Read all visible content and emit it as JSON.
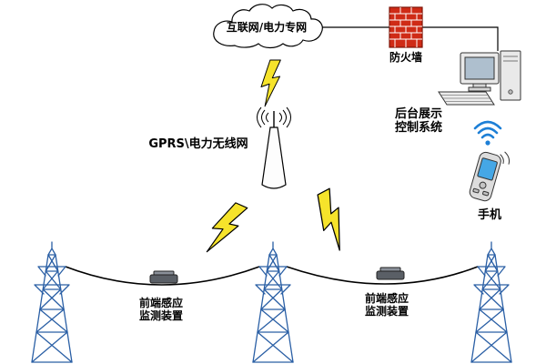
{
  "diagram": {
    "labels": {
      "cloud": "互联网/电力专网",
      "firewall": "防火墙",
      "backend_line1": "后台展示",
      "backend_line2": "控制系统",
      "wireless_network": "GPRS\\电力无线网",
      "phone": "手机",
      "sensor_left_line1": "前端感应",
      "sensor_left_line2": "监测装置",
      "sensor_right_line1": "前端感应",
      "sensor_right_line2": "监测装置"
    },
    "colors": {
      "lightning": "#f6e32b",
      "brick": "#cf2b16",
      "tower": "#2a5fa5",
      "wifi": "#1d7fd6",
      "phone_screen": "#45a7e6",
      "wire": "#000000"
    },
    "icons": {
      "cloud": "cloud-icon",
      "firewall": "brick-wall-icon",
      "computer": "desktop-computer-icon",
      "wifi": "wifi-icon",
      "phone": "pda-phone-icon",
      "antenna": "antenna-icon",
      "lightning": "lightning-bolt-icon",
      "tower": "transmission-tower-icon",
      "sensor": "sensor-device-icon"
    }
  }
}
